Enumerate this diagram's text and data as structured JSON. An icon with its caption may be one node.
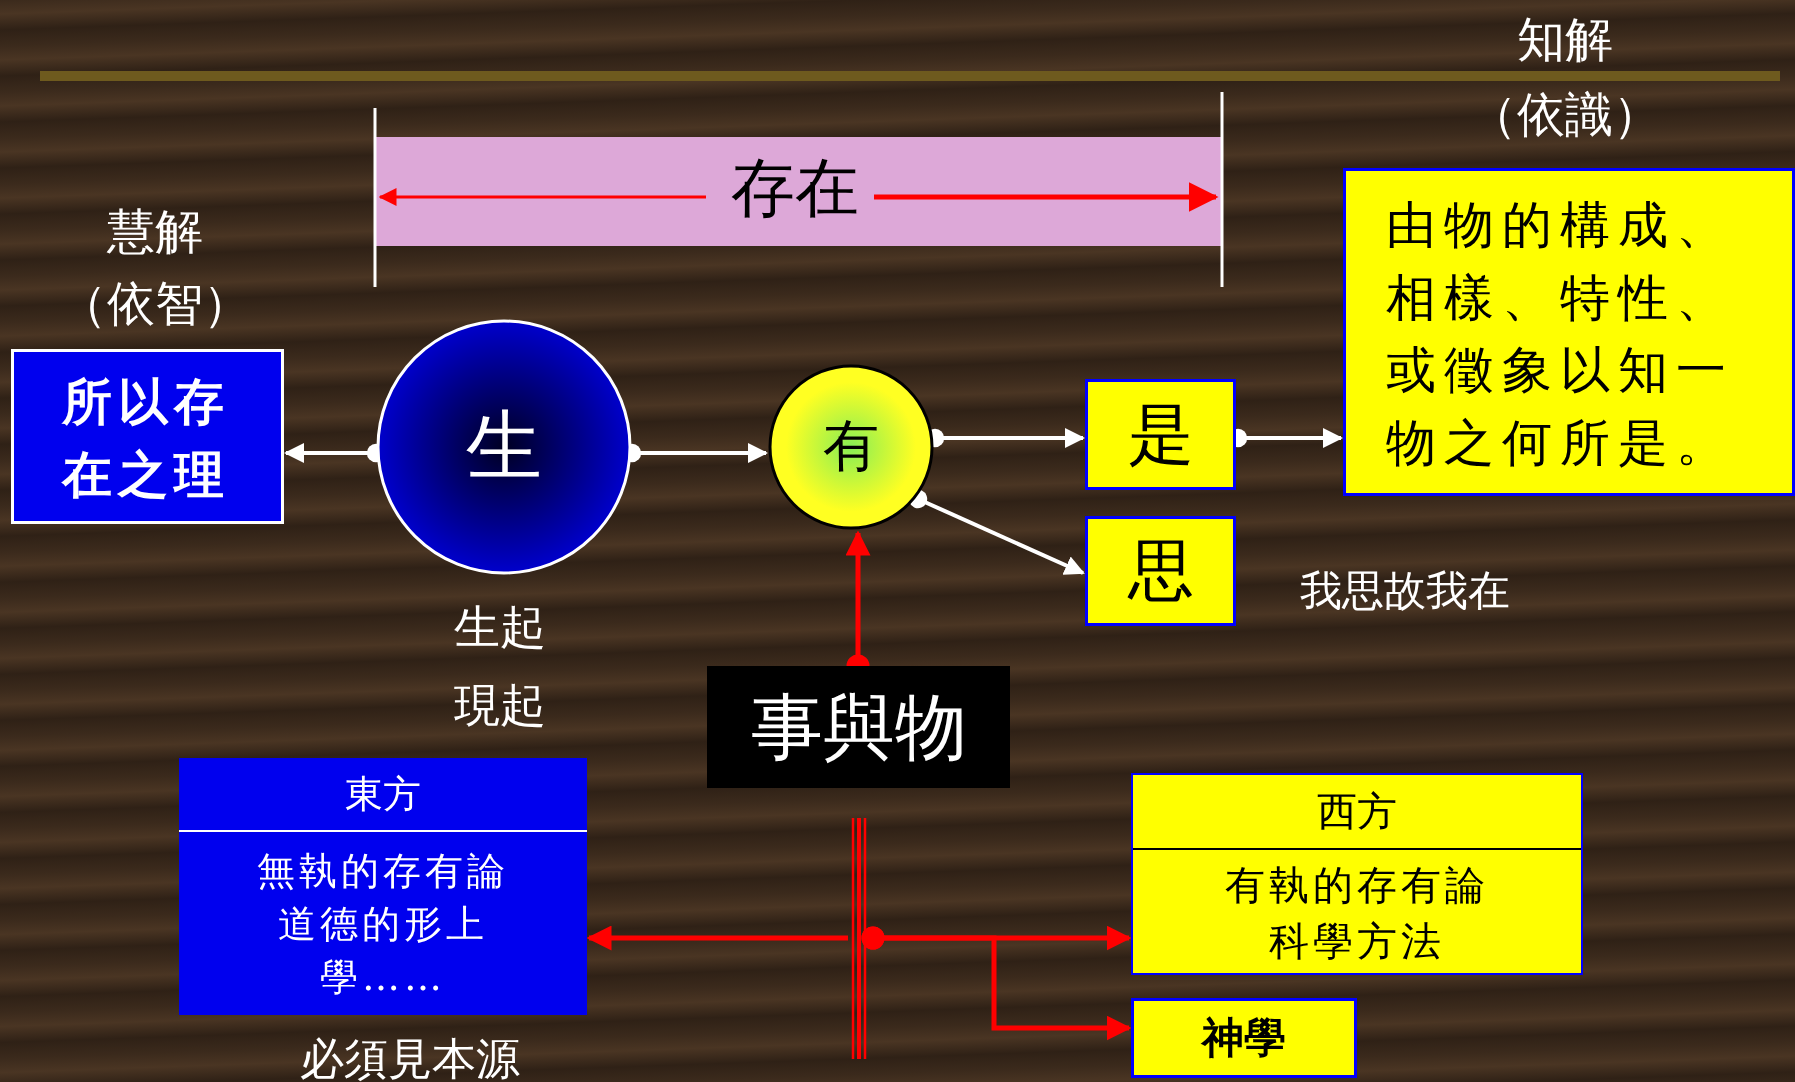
{
  "diagram": {
    "nodes": [
      {
        "text": [
          "所以存在之理"
        ],
        "beside": [
          "慧解",
          "（依智）"
        ]
      },
      {
        "text": [
          "生"
        ],
        "beside": [
          "生起",
          "現起"
        ]
      },
      {
        "text": [
          "有"
        ]
      },
      {
        "text": [
          "是"
        ]
      },
      {
        "text": [
          "思"
        ],
        "beside": [
          "我思故我在"
        ]
      },
      {
        "text": [
          "由物的構成、相樣、特性、或徵象以知一物之何所是。"
        ],
        "beside": [
          "知解",
          "（依識）"
        ]
      },
      {
        "text": [
          "事與物"
        ]
      },
      {
        "text": [
          "東方",
          "無執的存有論道德的形上學……"
        ],
        "beside": [
          "必須見本源"
        ]
      },
      {
        "text": [
          "西方",
          "有執的存有論科學方法"
        ]
      },
      {
        "text": [
          "神學"
        ]
      },
      {
        "text": [
          "存在"
        ]
      },
      {
        "text": [],
        "shape": "bar"
      }
    ],
    "edges": [
      {
        "from": 1,
        "to": 0,
        "arrow": "to"
      },
      {
        "from": 1,
        "to": 2,
        "arrow": "to"
      },
      {
        "from": 2,
        "to": 3,
        "arrow": "to"
      },
      {
        "from": 2,
        "to": 4,
        "arrow": "to"
      },
      {
        "from": 3,
        "to": 5,
        "arrow": "to"
      },
      {
        "from": 6,
        "to": 2,
        "arrow": "to",
        "color": "#ff0000"
      },
      {
        "from": 11,
        "to": 7,
        "arrow": "to",
        "color": "#ff0000"
      },
      {
        "from": 11,
        "to": 8,
        "arrow": "to",
        "color": "#ff0000"
      },
      {
        "from": 11,
        "to": 9,
        "arrow": "to",
        "color": "#ff0000"
      }
    ]
  }
}
